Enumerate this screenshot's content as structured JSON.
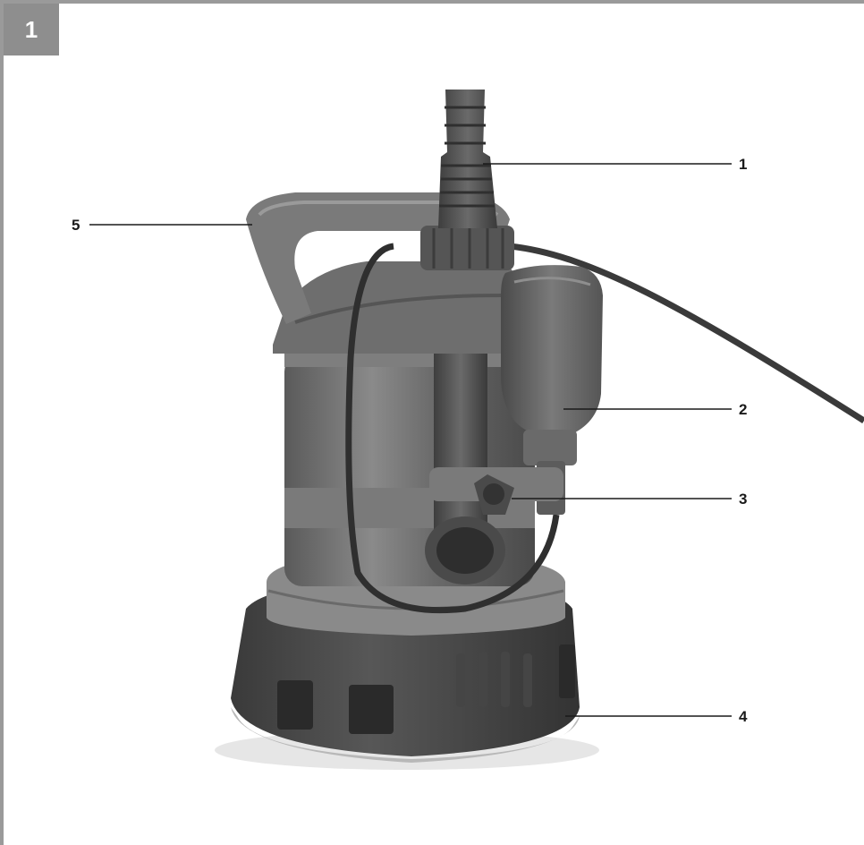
{
  "figure": {
    "number": "1"
  },
  "callouts": [
    {
      "id": "1",
      "label": "1"
    },
    {
      "id": "2",
      "label": "2"
    },
    {
      "id": "3",
      "label": "3"
    },
    {
      "id": "4",
      "label": "4"
    },
    {
      "id": "5",
      "label": "5"
    }
  ],
  "colors": {
    "frame": "#9a9a9a",
    "badge": "#8e8e8e",
    "pump_body": "#6e6e6e",
    "pump_dark": "#3c3c3c",
    "background": "#ffffff"
  }
}
